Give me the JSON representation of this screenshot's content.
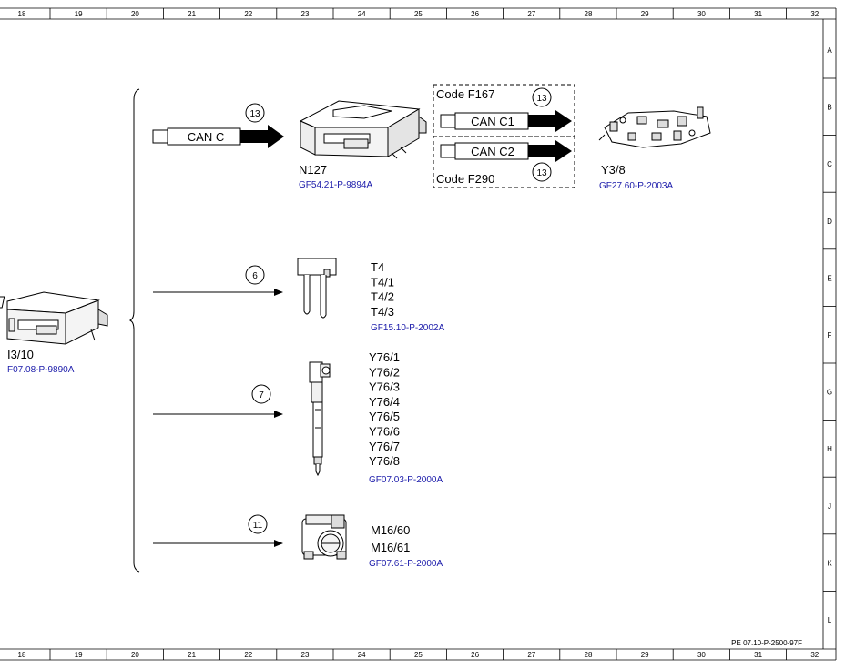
{
  "ruler": {
    "columns": [
      "18",
      "19",
      "20",
      "21",
      "22",
      "23",
      "24",
      "25",
      "26",
      "27",
      "28",
      "29",
      "30",
      "31",
      "32"
    ],
    "rows": [
      "A",
      "B",
      "C",
      "D",
      "E",
      "F",
      "G",
      "H",
      "J",
      "K",
      "L"
    ]
  },
  "document_code": "PE 07.10-P-2500-97F",
  "bus": {
    "can_c": "CAN C",
    "can_c1": "CAN C1",
    "can_c2": "CAN C2",
    "code_f167": "Code F167",
    "code_f290": "Code F290"
  },
  "signals": {
    "s13a": "13",
    "s13b": "13",
    "s13c": "13",
    "s6": "6",
    "s7": "7",
    "s11": "11"
  },
  "components": {
    "source": {
      "name": "I3/10",
      "ref": "F07.08-P-9890A"
    },
    "n127": {
      "name": "N127",
      "ref": "GF54.21-P-9894A"
    },
    "y3_8": {
      "name": "Y3/8",
      "ref": "GF27.60-P-2003A"
    },
    "glow": {
      "names": [
        "T4",
        "T4/1",
        "T4/2",
        "T4/3"
      ],
      "ref": "GF15.10-P-2002A"
    },
    "injectors": {
      "names": [
        "Y76/1",
        "Y76/2",
        "Y76/3",
        "Y76/4",
        "Y76/5",
        "Y76/6",
        "Y76/7",
        "Y76/8"
      ],
      "ref": "GF07.03-P-2000A"
    },
    "throttle": {
      "names": [
        "M16/60",
        "M16/61"
      ],
      "ref": "GF07.61-P-2000A"
    }
  }
}
